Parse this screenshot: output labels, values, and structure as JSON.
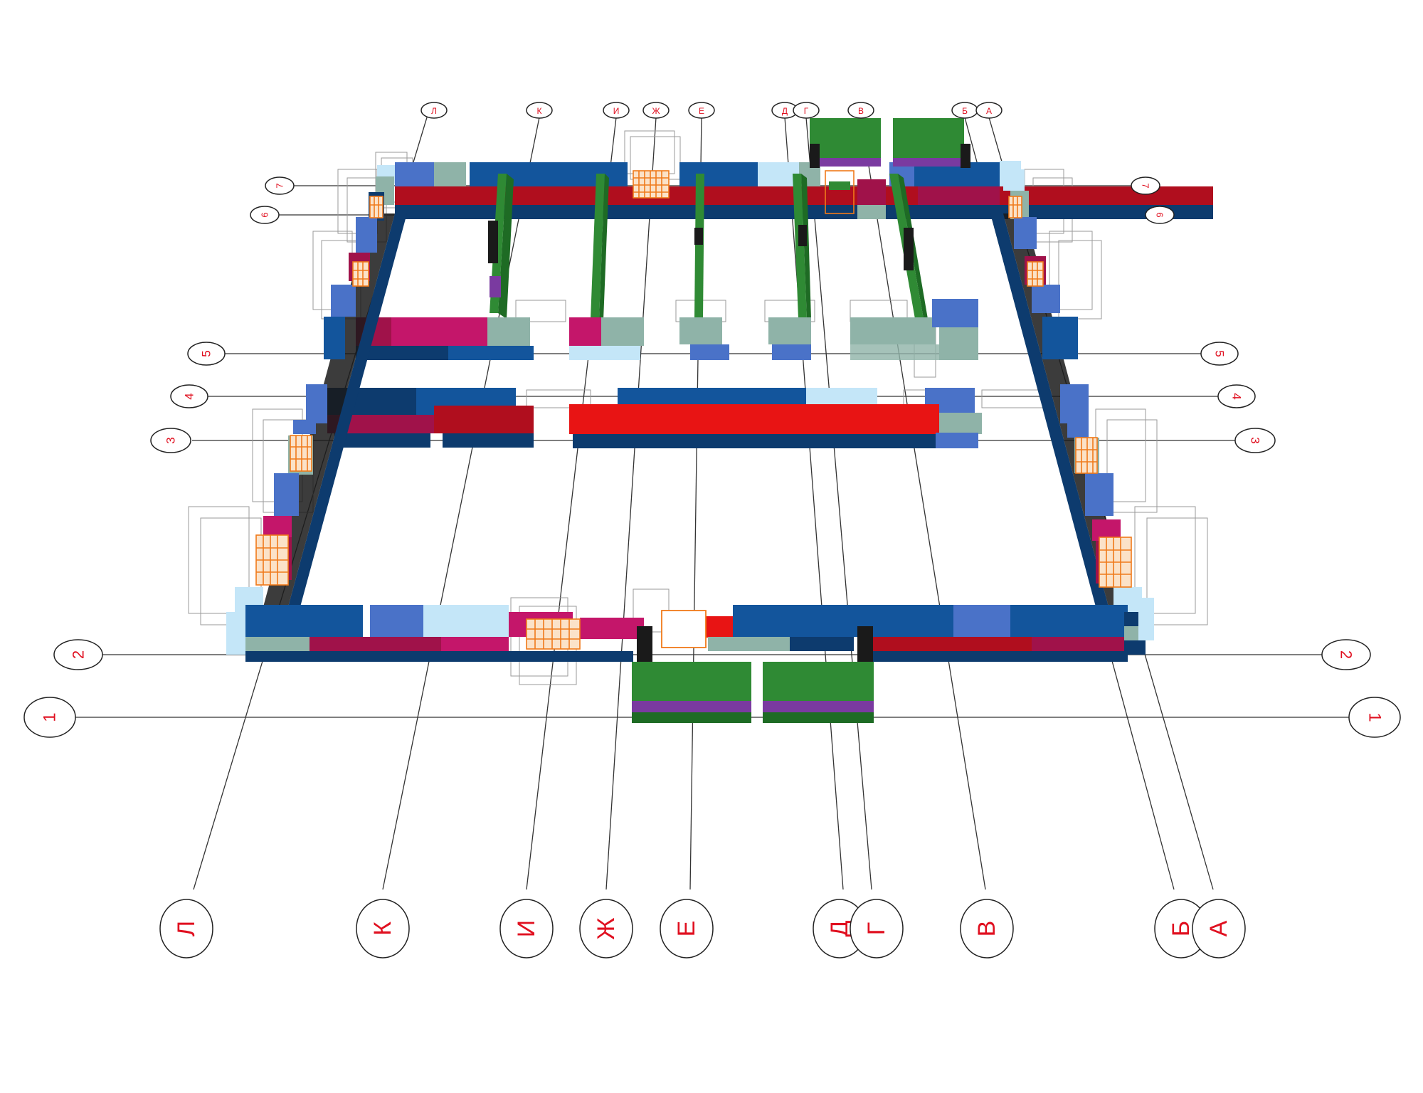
{
  "axes": {
    "letters": [
      "Л",
      "К",
      "И",
      "Ж",
      "Е",
      "Д",
      "Г",
      "В",
      "Б",
      "А"
    ],
    "numbers": [
      "1",
      "2",
      "3",
      "4",
      "5",
      "6",
      "7"
    ]
  },
  "colors": {
    "navy": "#0d3b6e",
    "blue": "#13559c",
    "mid_blue": "#4a72c8",
    "light_blue": "#c4e6f8",
    "grey_green": "#8fb3a8",
    "crimson": "#a0124a",
    "magenta": "#c4166a",
    "red": "#e81414",
    "dark_red": "#b00e1e",
    "green": "#2f8a34",
    "dark_green": "#1e6b24",
    "purple": "#7a3aa0",
    "orange": "#f07a1a",
    "black": "#1a1a1a"
  }
}
